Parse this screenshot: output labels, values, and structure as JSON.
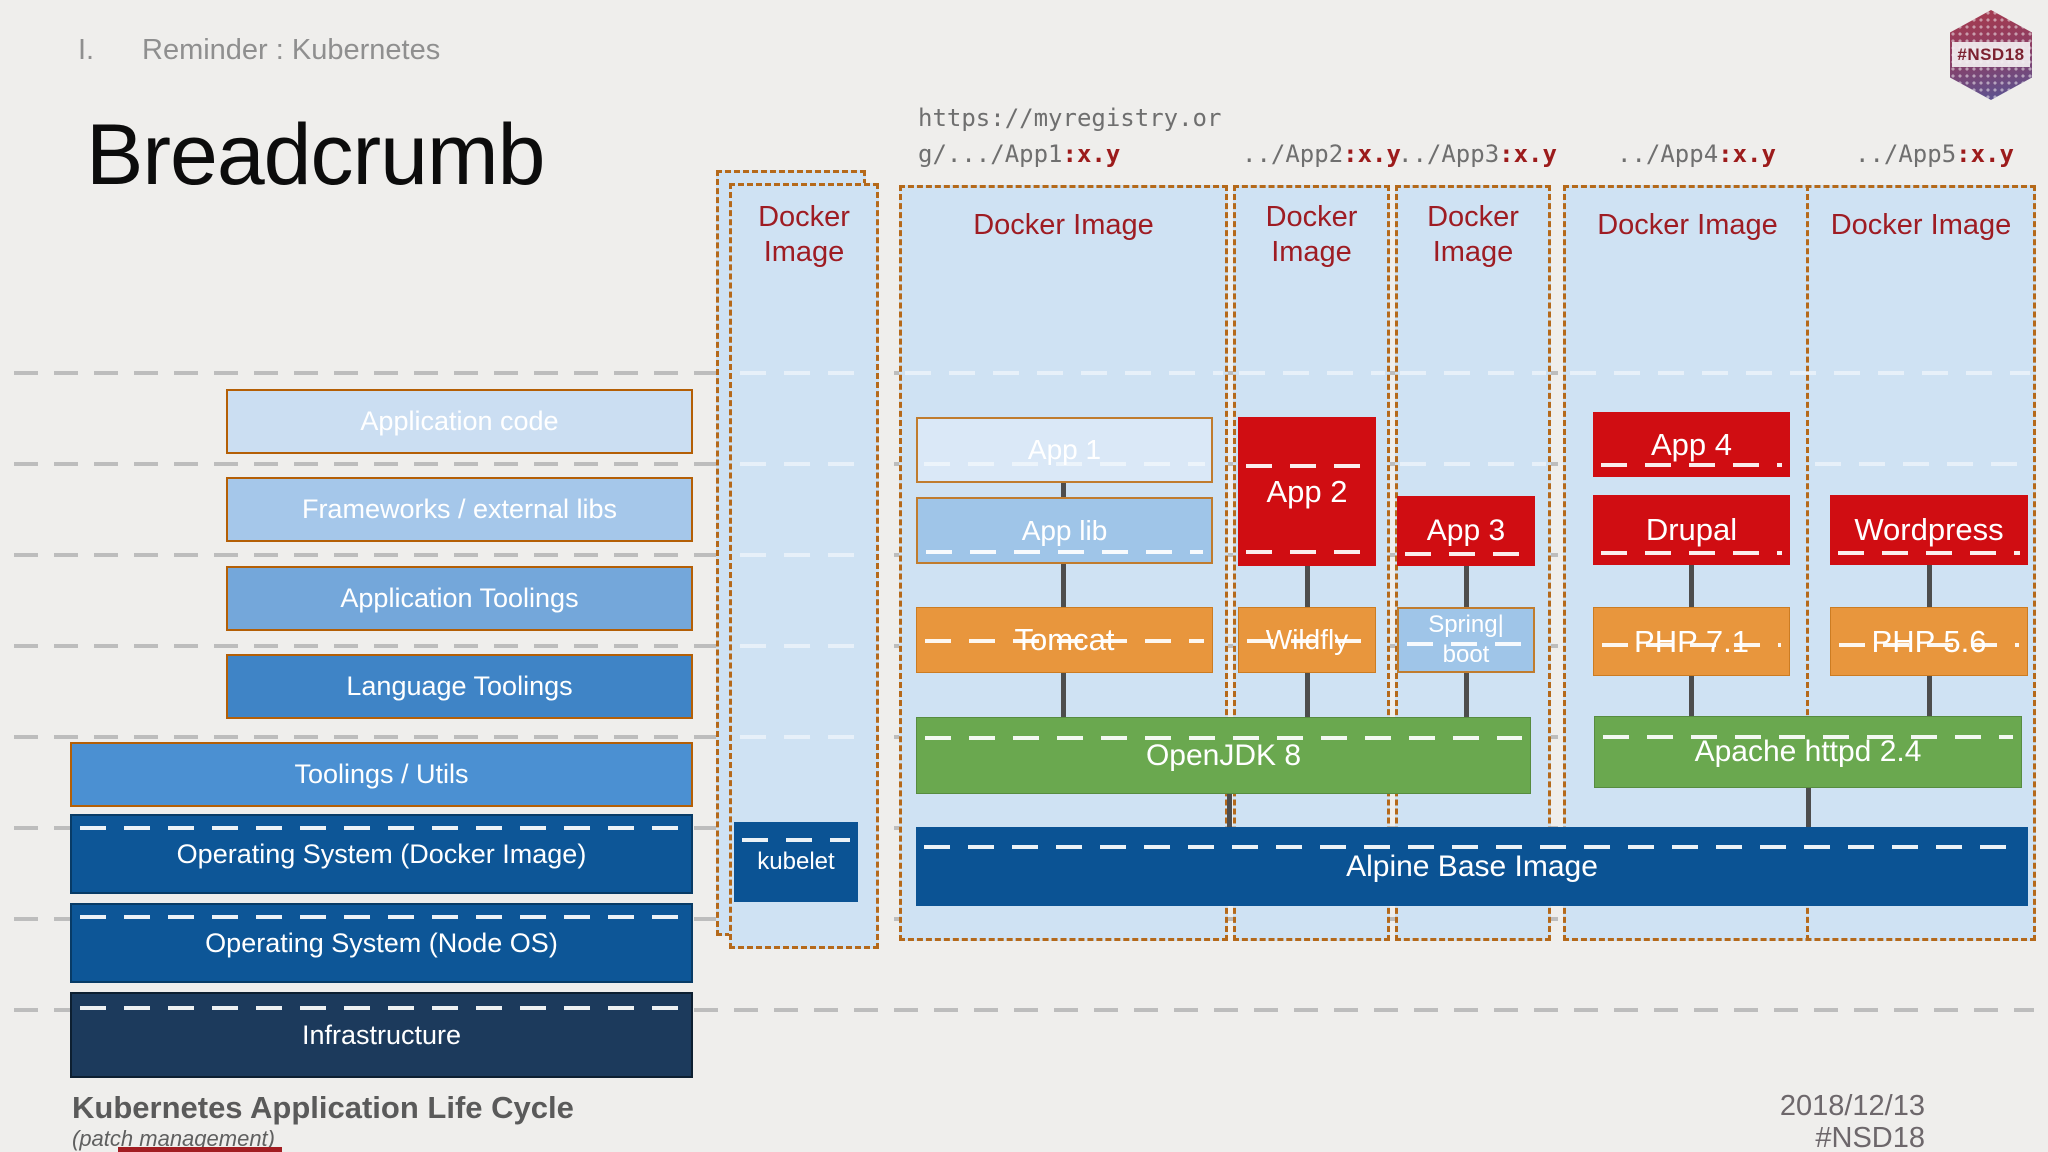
{
  "header": {
    "section_number": "I.",
    "section_title": "Reminder : Kubernetes"
  },
  "title": "Breadcrumb",
  "logo": {
    "text": "#NSD18"
  },
  "registry": {
    "line1": "https://myregistry.or",
    "line2": "g/.../App1",
    "line2_tag": ":x.y",
    "apps": [
      {
        "name": "../App2",
        "tag": ":x.y"
      },
      {
        "name": "../App3",
        "tag": ":x.y"
      },
      {
        "name": "../App4",
        "tag": ":x.y"
      },
      {
        "name": "../App5",
        "tag": ":x.y"
      }
    ]
  },
  "layers": [
    "Application code",
    "Frameworks / external libs",
    "Application Toolings",
    "Language Toolings",
    "Toolings / Utils",
    "Operating System (Docker Image)",
    "Operating System (Node OS)",
    "Infrastructure"
  ],
  "diagram": {
    "columns": [
      {
        "title": "Docker Image",
        "boxes": [
          "kubelet"
        ]
      },
      {
        "title": "Docker Image",
        "boxes": [
          "App 1",
          "App lib",
          "Tomcat"
        ]
      },
      {
        "title": "Docker Image",
        "boxes": [
          "App 2",
          "Wildfly"
        ]
      },
      {
        "title": "Docker Image",
        "boxes": [
          "App 3",
          "Spring|",
          "boot"
        ]
      },
      {
        "title": "Docker Image",
        "boxes": [
          "App 4",
          "Drupal",
          "PHP 7.1"
        ]
      },
      {
        "title": "Docker Image",
        "boxes": [
          "Wordpress",
          "PHP 5.6"
        ]
      }
    ],
    "shared_bars": {
      "jvm": "OpenJDK 8",
      "web": "Apache httpd 2.4",
      "base": "Alpine Base Image"
    }
  },
  "footer": {
    "title": "Kubernetes Application Life Cycle",
    "subtitle": "(patch management)",
    "date": "2018/12/13",
    "hashtag": "#NSD18"
  },
  "palette": {
    "slide_bg": "#efeeec",
    "column_bg": "#cfe2f3",
    "column_border": "#b5691a",
    "docker_title_red": "#9e1c23",
    "app_red": "#d00d12",
    "tooling_orange": "#e8963d",
    "runtime_green": "#6aa84f",
    "base_blue": "#0b5394",
    "infra_navy": "#1c3a5c",
    "layer_blues": [
      "#cbdef2",
      "#a5c7ea",
      "#74a7da",
      "#3f84c6",
      "#4b90d2",
      "#0d5697",
      "#0d5697",
      "#1c3a5c"
    ],
    "url_gray": "#6f6f6f",
    "url_tag_red": "#9c1b1b",
    "footer_gray": "#5a5a5a"
  }
}
